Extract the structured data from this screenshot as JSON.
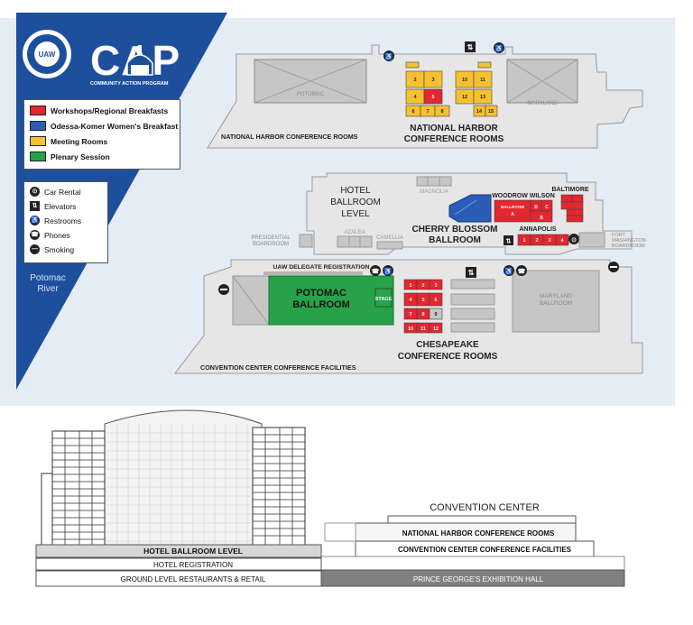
{
  "brand": {
    "org": "UAW",
    "name": "CAP",
    "tagline": "COMMUNITY ACTION PROGRAM"
  },
  "colors": {
    "workshops": "#e3262f",
    "breakfast": "#2b5cb8",
    "meeting": "#f5c12e",
    "plenary": "#27a24a",
    "header_blue": "#1d4f9c",
    "floor_gray": "#e6e6e6",
    "water_blue": "#e4ecf5"
  },
  "legend": {
    "workshops": "Workshops/Regional Breakfasts",
    "breakfast": "Odessa-Komer Women's Breakfast",
    "meeting": "Meeting Rooms",
    "plenary": "Plenary Session"
  },
  "amenities": {
    "car_rental": "Car Rental",
    "elevators": "Elevators",
    "restrooms": "Restrooms",
    "phones": "Phones",
    "smoking": "Smoking"
  },
  "river": "Potomac River",
  "top_floor": {
    "room_left": "POTOMAC",
    "room_right": "MARYLAND",
    "caption_small": "NATIONAL HARBOR CONFERENCE ROOMS",
    "caption_big_1": "NATIONAL HARBOR",
    "caption_big_2": "CONFERENCE ROOMS",
    "rooms": [
      "2",
      "3",
      "4",
      "5",
      "6",
      "7",
      "8",
      "10",
      "11",
      "12",
      "13",
      "14",
      "15"
    ]
  },
  "mid_floor": {
    "level_1": "HOTEL",
    "level_2": "BALLROOM",
    "level_3": "LEVEL",
    "magnolia": "MAGNOLIA",
    "woodrow": "WOODROW WILSON",
    "ballroom_a": "BALLROOM",
    "ballroom_a2": "A",
    "wood_d": "D",
    "wood_c": "C",
    "wood_b": "B",
    "baltimore": "BALTIMORE",
    "cherry_1": "CHERRY BLOSSOM",
    "cherry_2": "BALLROOM",
    "annapolis": "ANNAPOLIS",
    "annapolis_rooms": [
      "1",
      "2",
      "3",
      "4"
    ],
    "presidential_1": "PRESIDENTIAL",
    "presidential_2": "BOARDROOM",
    "azalea": "AZALEA",
    "camellia": "CAMELLIA",
    "fort_1": "FORT",
    "fort_2": "WASHINGTON",
    "fort_3": "BOARDROOM"
  },
  "low_floor": {
    "registration": "UAW DELEGATE REGISTRATION",
    "potomac_1": "POTOMAC",
    "potomac_2": "BALLROOM",
    "stage": "STAGE",
    "rooms": [
      "1",
      "2",
      "3",
      "4",
      "5",
      "6",
      "7",
      "8",
      "9",
      "10",
      "11",
      "12"
    ],
    "maryland_1": "MARYLAND",
    "maryland_2": "BALLROOM",
    "chesapeake_1": "CHESAPEAKE",
    "chesapeake_2": "CONFERENCE ROOMS",
    "caption": "CONVENTION CENTER CONFERENCE FACILITIES"
  },
  "section": {
    "convention_center": "CONVENTION CENTER",
    "national_harbor": "NATIONAL HARBOR CONFERENCE ROOMS",
    "convention_facilities": "CONVENTION CENTER CONFERENCE FACILITIES",
    "hotel_ballroom": "HOTEL BALLROOM LEVEL",
    "hotel_registration": "HOTEL REGISTRATION",
    "ground_level": "GROUND LEVEL RESTAURANTS & RETAIL",
    "exhibition_hall": "PRINCE GEORGE'S EXHIBITION HALL"
  }
}
